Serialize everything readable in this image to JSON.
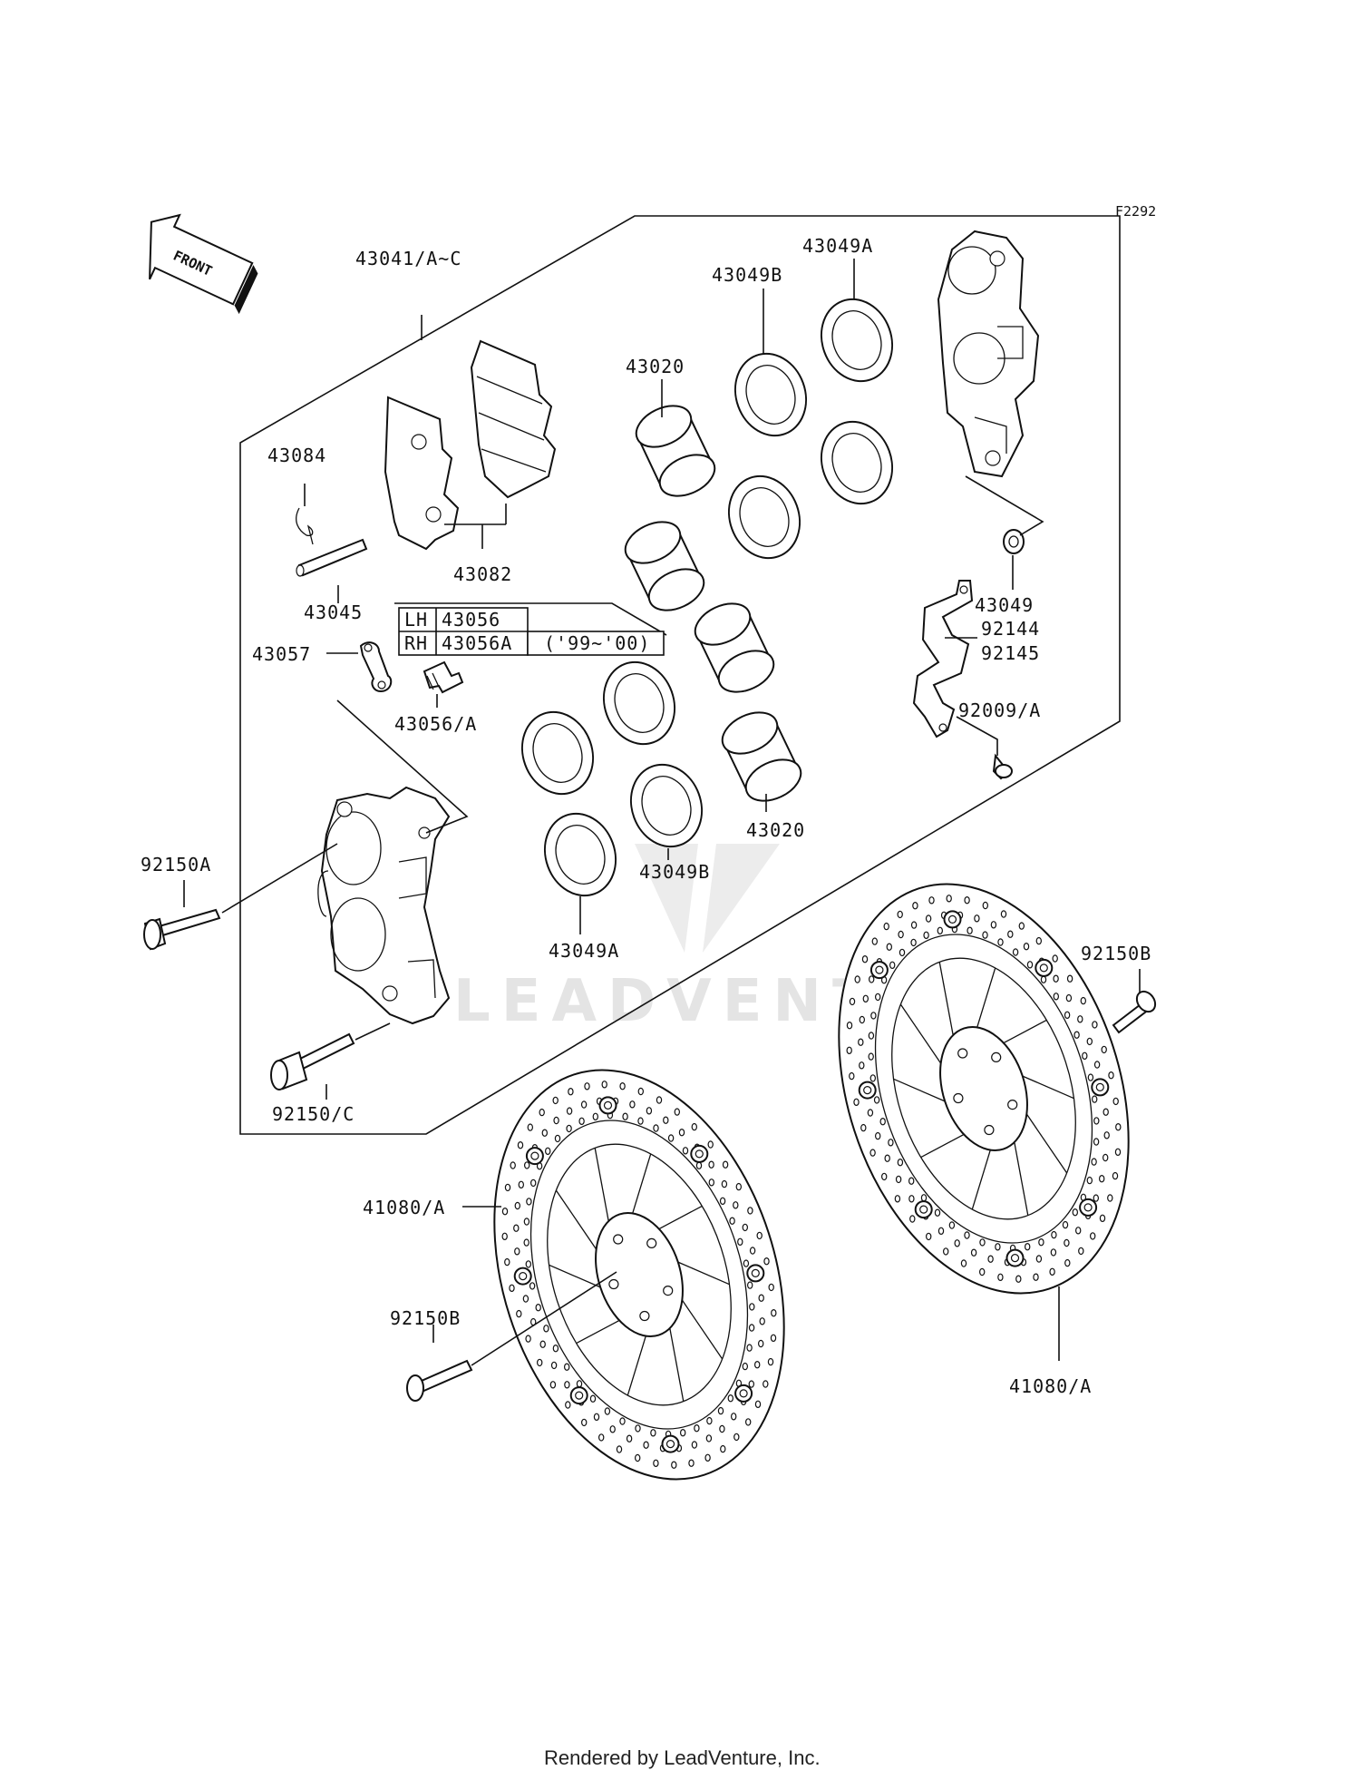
{
  "figure_code": "F2292",
  "front_label": "FRONT",
  "labels": {
    "l43041": "43041/A~C",
    "l43049A_top": "43049A",
    "l43049B_top": "43049B",
    "l43020_top": "43020",
    "l43084": "43084",
    "l43082": "43082",
    "l43045": "43045",
    "l43057": "43057",
    "l43056A": "43056/A",
    "l43049": "43049",
    "l92144": "92144",
    "l92145": "92145",
    "l92009A": "92009/A",
    "l92150A": "92150A",
    "l43020_bot": "43020",
    "l43049B_bot": "43049B",
    "l43049A_bot": "43049A",
    "l92150B_right": "92150B",
    "l92150C": "92150/C",
    "l41080A_left": "41080/A",
    "l92150B_left": "92150B",
    "l41080A_right": "41080/A"
  },
  "table": {
    "lh": "LH",
    "lh_part": "43056",
    "rh": "RH",
    "rh_part": "43056A",
    "years": "('99~'00)"
  },
  "watermark": "LEADVENTURE",
  "footer": "Rendered by LeadVenture, Inc."
}
